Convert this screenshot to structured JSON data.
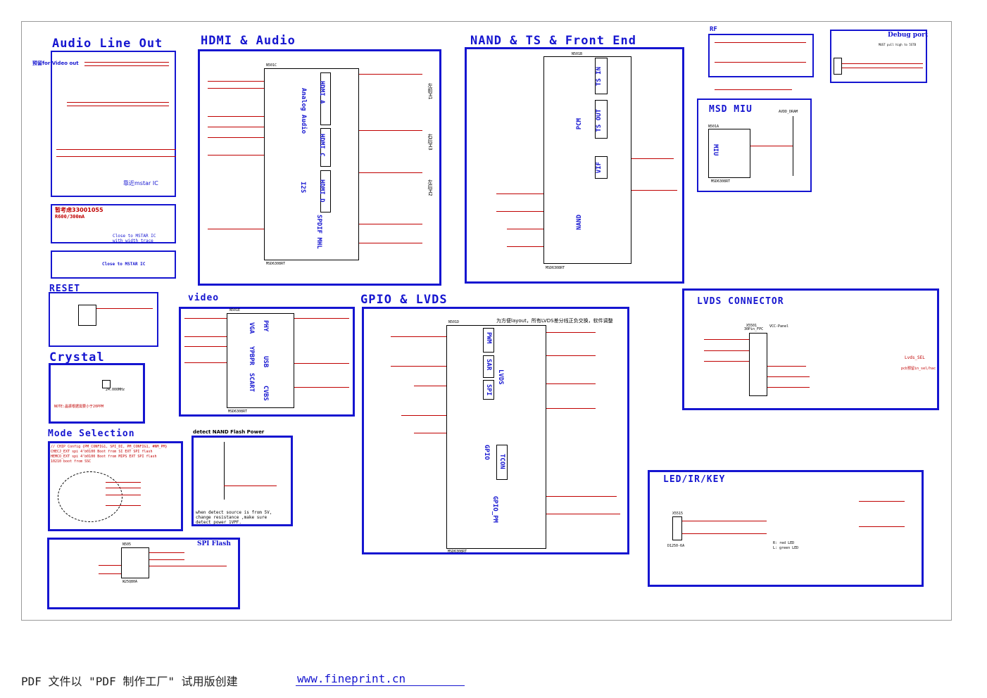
{
  "sections": {
    "audio_line_out": "Audio Line Out",
    "hdmi_audio": "HDMI & Audio",
    "nand_ts": "NAND & TS & Front End",
    "rf": "RF",
    "debug_port": "Debug port",
    "msd_miu": "MSD MIU",
    "reset": "RESET",
    "video": "video",
    "gpio_lvds": "GPIO & LVDS",
    "lvds_connector": "LVDS CONNECTOR",
    "crystal": "Crystal",
    "mode_selection": "Mode Selection",
    "detect_nand": "detect NAND Flash Power",
    "led_ir_key": "LED/IR/KEY",
    "spi_flash": "SPI Flash"
  },
  "inner_labels": {
    "analog_audio": "Analog Audio",
    "hdmi_a": "HDMI A",
    "hdmi_c": "HDMI C",
    "hdmi_d": "HDMI D",
    "i2s": "I2S",
    "spdif_mhl": "SPDIF MHL",
    "ts_in": "TS IN",
    "ts_out": "TS OUT",
    "pcm": "PCM",
    "vif": "VIF",
    "nand": "NAND",
    "miu": "MIU",
    "vga": "VGA",
    "ypbpr": "YPBPR",
    "scart": "SCART",
    "cvbs": "CVBS",
    "phy": "PHY",
    "usb": "USB",
    "pwm": "PWM",
    "sar": "SAR",
    "spi": "SPI",
    "lvds": "LVDS",
    "gpio": "GPIO",
    "tcon": "TCON",
    "gpio_pm": "GPIO_PM"
  },
  "chips": {
    "msd_a": "MSD6308RT",
    "n501c": "N501C",
    "n501b": "N501B",
    "n501d": "N501D",
    "n501a": "N501A",
    "n501e": "N501E",
    "n505": "N505",
    "w25": "W25Q80A",
    "x5501": "X5501",
    "x5501_sub": "30Pin_FPC",
    "x5515": "X5515",
    "x5515_sub": "D1250-6A"
  },
  "notes": {
    "preset_video": "预留for Video out",
    "near_mstar": "靠近mstar IC",
    "temp_ic": "暂考虑33001055",
    "r600": "R600/300mA",
    "close_mstar": "Close to MSTAR IC",
    "with_width": "with width trace",
    "close_mstar2": "Close to MSTAR IC",
    "layout_note": "为方便layout，所有LVDS差分线正负交换，软件调整",
    "detect_note1": "when detect source is from 5V,",
    "detect_note2": "change resistance ,make sure",
    "detect_note3": "detect power 1VPF.",
    "debug_note": "MUST pull high to 5STB",
    "red_led": "R: red LED",
    "green_led": "L: green LED",
    "crystal_note": "NOTE:晶振根据需要小于20PPM",
    "crystal_freq": "24.000MHz",
    "mode1": "// CHIP Config  {PM_CONFIG1, SPI_DI, PM_CONFIG1, #NM_PM}",
    "mode2": "CHECJ_EXT  spi 4'b0100  Boot from SI EXT SPI flash",
    "mode3": "HEMCO_EXT spi 4'b0100  Boot from MIPS EXT SPI flash",
    "mode4": "10210  boot from SSC",
    "lvds_sel": "Lvds_SEL",
    "lvds_sel2": "pcb预留in_sel/hac",
    "vcc_panel": "VCC-Panel",
    "avdd_dram": "AVDD_DRAM"
  },
  "cn_side": {
    "h1": "左\n前\nH1",
    "h3": "右\n后\nH3",
    "h2": "左\n后\nH2"
  },
  "footer": {
    "text": "PDF 文件以 \"PDF 制作工厂\" 试用版创建",
    "link": "www.fineprint.cn"
  }
}
